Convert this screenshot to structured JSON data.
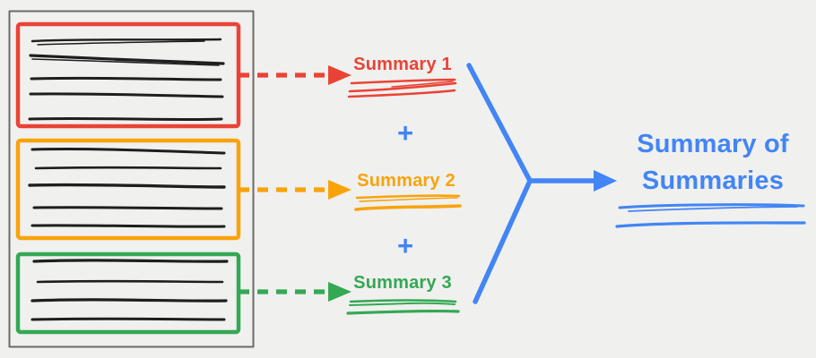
{
  "colors": {
    "background": "#f0f0ef",
    "doc_border": "#6a6a6a",
    "ink": "#1e1e1e",
    "red": "#ea4335",
    "orange": "#f9a30b",
    "green": "#34a853",
    "blue": "#4285f4"
  },
  "diagram": {
    "document": {
      "sections": [
        {
          "color": "red",
          "text_lines": 5
        },
        {
          "color": "orange",
          "text_lines": 5
        },
        {
          "color": "green",
          "text_lines": 4
        }
      ]
    },
    "summaries": [
      {
        "label": "Summary 1",
        "color": "red"
      },
      {
        "label": "Summary 2",
        "color": "orange"
      },
      {
        "label": "Summary 3",
        "color": "green"
      }
    ],
    "plus_sign": "+",
    "result": {
      "label": "Summary of Summaries",
      "color": "blue"
    }
  }
}
